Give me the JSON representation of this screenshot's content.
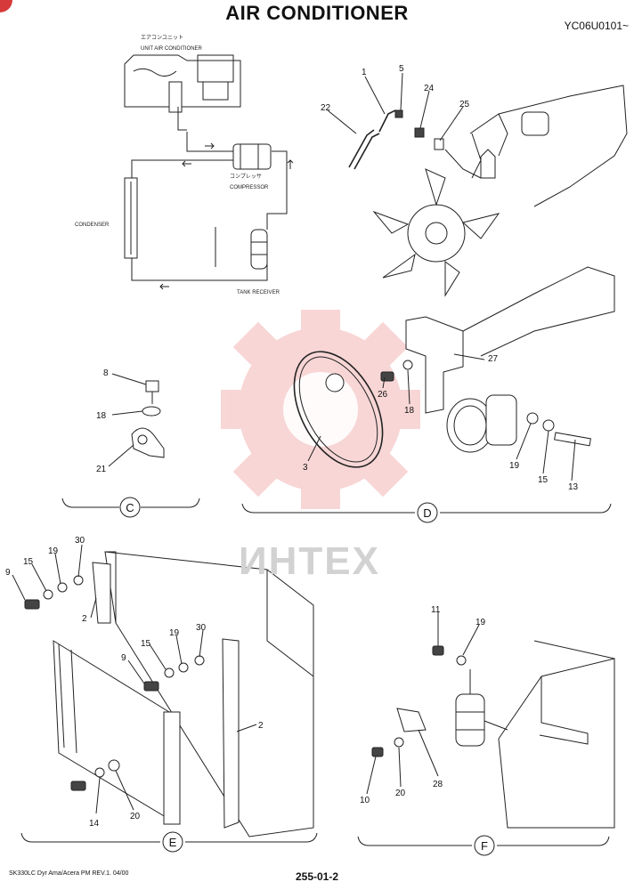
{
  "header": {
    "title": "AIR CONDITIONER",
    "serial": "YC06U0101~"
  },
  "schematic": {
    "unit_jp": "エアコンユニット",
    "unit_en": "UNIT AIR CONDITIONER",
    "compressor_jp": "コンプレッサ",
    "compressor_en": "COMPRESSOR",
    "condenser": "CONDENSER",
    "receiver": "TANK RECEIVER"
  },
  "sections": {
    "c": "C",
    "d": "D",
    "e": "E",
    "f": "F"
  },
  "callouts": {
    "c": [
      "8",
      "18",
      "21"
    ],
    "d": [
      "22",
      "1",
      "5",
      "24",
      "25",
      "27",
      "26",
      "18",
      "3",
      "19",
      "15",
      "13"
    ],
    "e": [
      "30",
      "19",
      "15",
      "9",
      "2",
      "30",
      "19",
      "15",
      "9",
      "2",
      "14",
      "20"
    ],
    "f": [
      "11",
      "19",
      "28",
      "10",
      "20"
    ]
  },
  "watermark": "ИНТЕХ",
  "footer": {
    "left": "SK330LC Dyr Ama/Acera PM REV.1. 04/00",
    "page": "255-01-2"
  }
}
